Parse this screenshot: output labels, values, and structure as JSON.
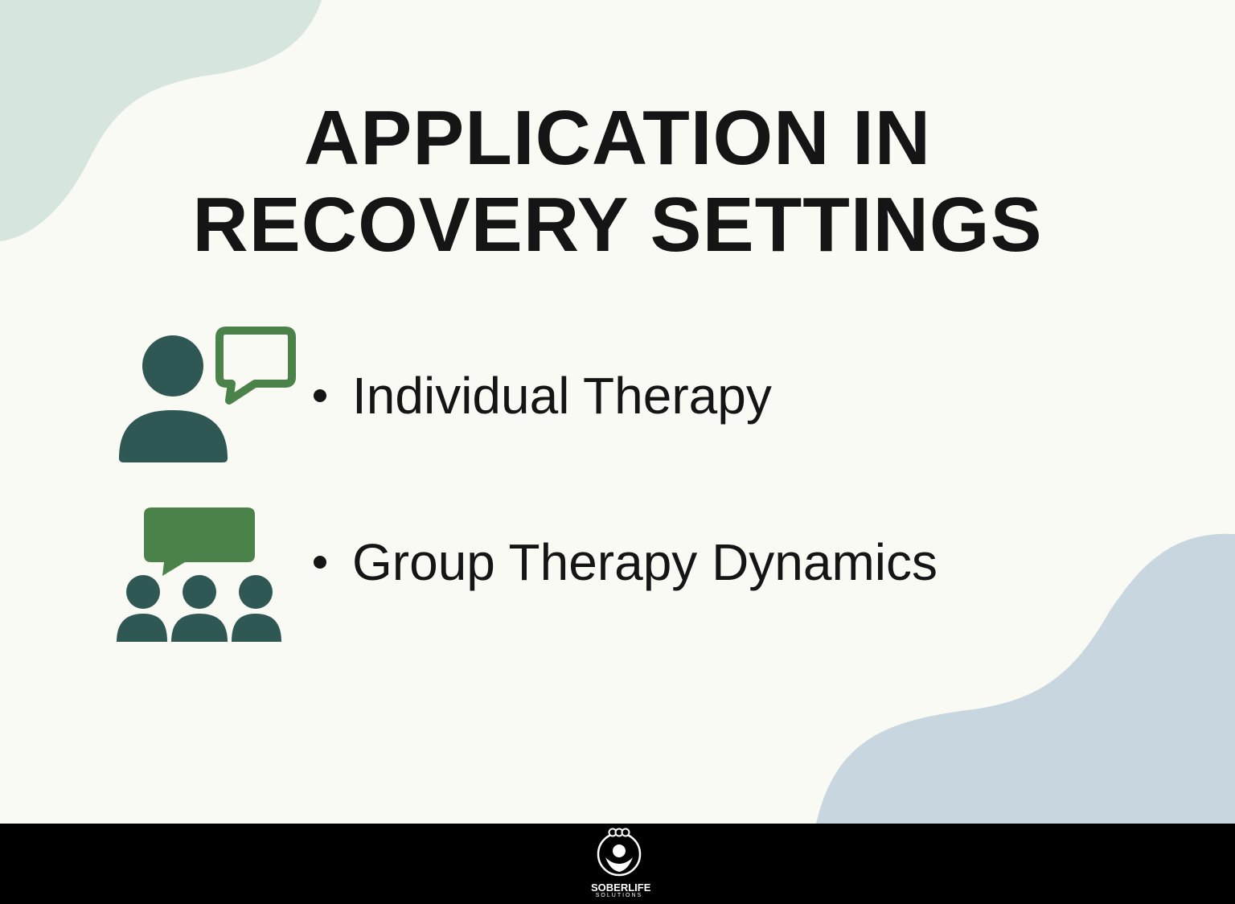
{
  "title": {
    "line1": "APPLICATION IN",
    "line2": "RECOVERY SETTINGS"
  },
  "items": [
    {
      "label": "Individual Therapy",
      "icon": "person-speech-icon"
    },
    {
      "label": "Group Therapy Dynamics",
      "icon": "group-speech-icon"
    }
  ],
  "footer": {
    "logo_name": "SOBERLIFE",
    "logo_sub": "SOLUTIONS"
  },
  "colors": {
    "dark_teal": "#2f5753",
    "green": "#4a8249",
    "blob_green": "#d6e6dc",
    "blob_blue": "#c8d6e0"
  }
}
